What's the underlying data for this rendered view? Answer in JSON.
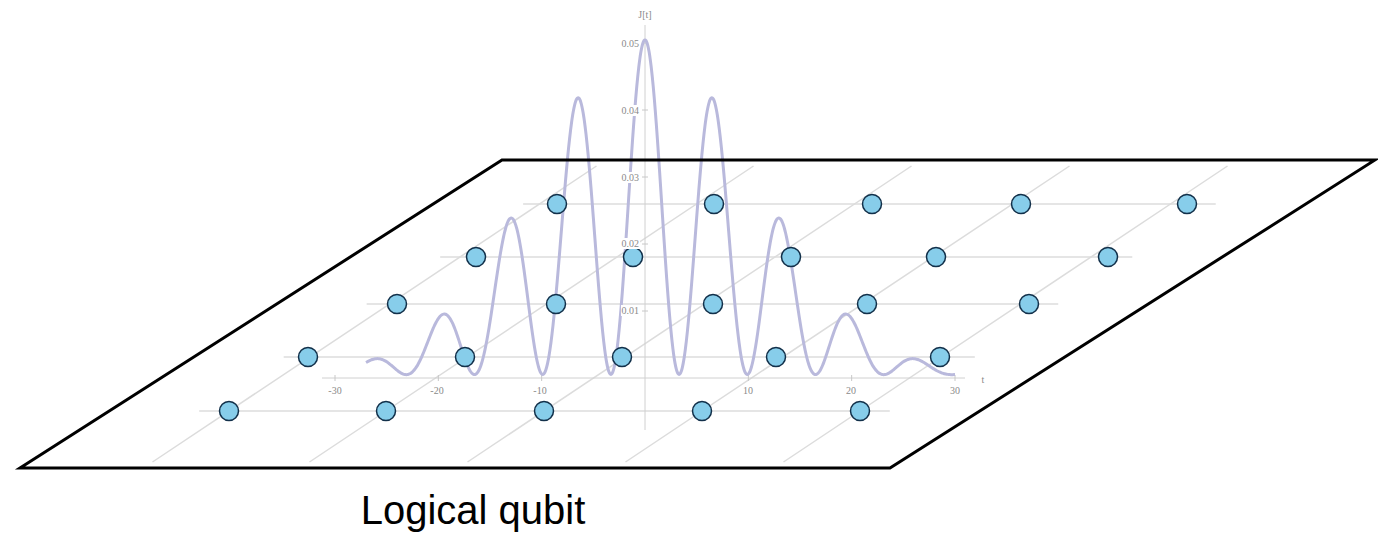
{
  "diagram": {
    "labels": [
      "J[t]",
      "0.05",
      "0.04",
      "0.03",
      "0.02",
      "0.01",
      "-30",
      "-20",
      "-10",
      "10",
      "20",
      "30",
      "t",
      "Logical qubit"
    ]
  }
}
